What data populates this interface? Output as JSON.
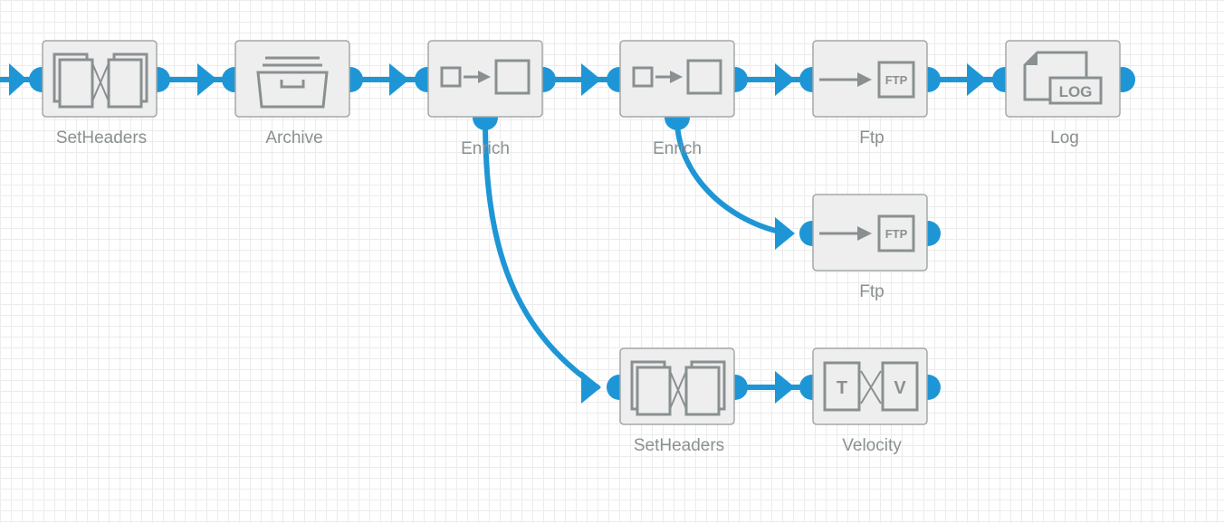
{
  "accent_color": "#1e96d6",
  "nodes": {
    "setheaders_1": {
      "label": "SetHeaders",
      "icon": "setheaders-icon"
    },
    "archive": {
      "label": "Archive",
      "icon": "archive-icon"
    },
    "enrich_1": {
      "label": "Enrich",
      "icon": "enrich-icon"
    },
    "enrich_2": {
      "label": "Enrich",
      "icon": "enrich-icon"
    },
    "ftp_1": {
      "label": "Ftp",
      "icon": "ftp-icon",
      "icon_text": "FTP"
    },
    "log": {
      "label": "Log",
      "icon": "log-icon",
      "icon_text": "LOG"
    },
    "ftp_2": {
      "label": "Ftp",
      "icon": "ftp-icon",
      "icon_text": "FTP"
    },
    "setheaders_2": {
      "label": "SetHeaders",
      "icon": "setheaders-icon"
    },
    "velocity": {
      "label": "Velocity",
      "icon": "velocity-icon",
      "icon_left": "T",
      "icon_right": "V"
    }
  }
}
